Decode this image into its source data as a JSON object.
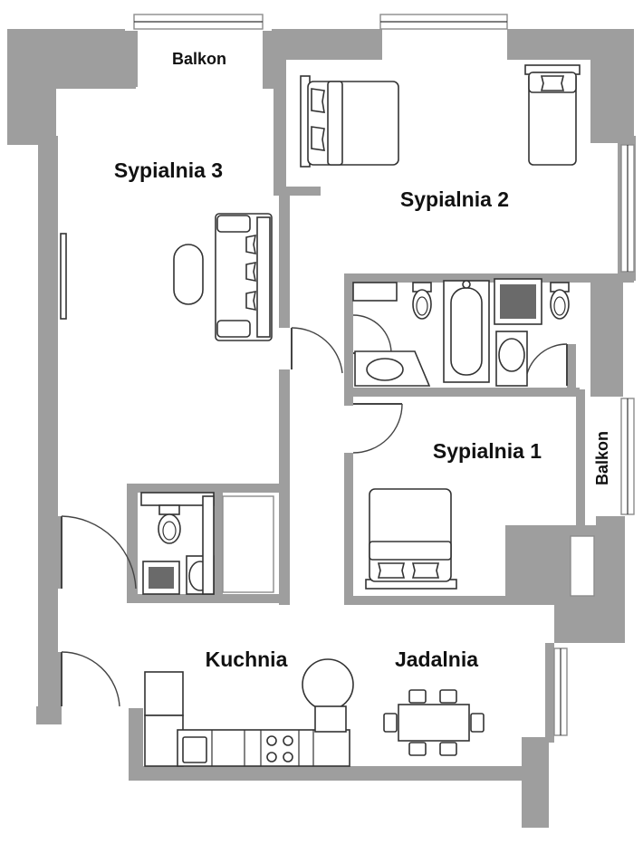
{
  "floor_plan": {
    "rooms": {
      "bedroom_3": "Sypialnia 3",
      "bedroom_2": "Sypialnia 2",
      "bedroom_1": "Sypialnia 1",
      "kitchen": "Kuchnia",
      "dining": "Jadalnia",
      "balcony_top": "Balkon",
      "balcony_right": "Balkon"
    },
    "colors": {
      "wall": "#9e9e9e",
      "fixture_stroke": "#333333",
      "text": "#111111",
      "background": "#ffffff"
    }
  }
}
